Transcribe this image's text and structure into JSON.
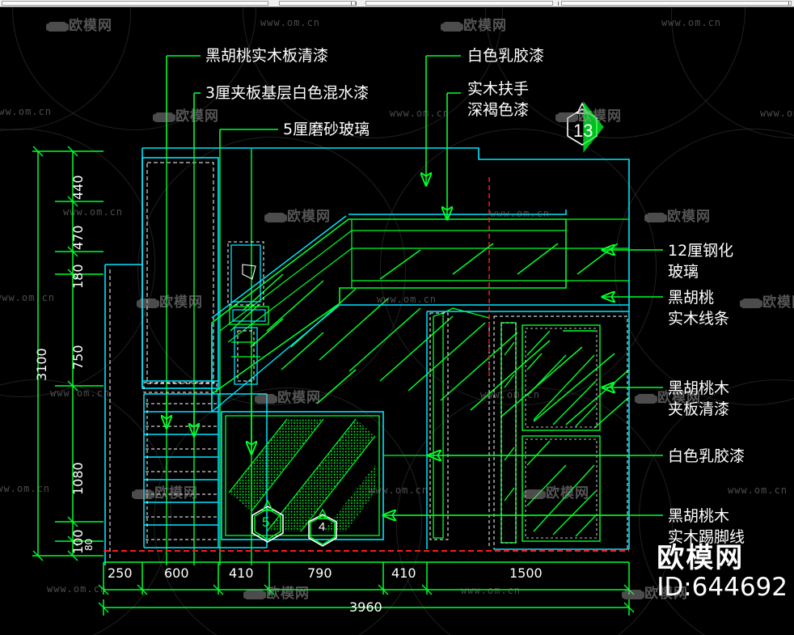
{
  "app": {
    "kind": "cad-elevation-drawing",
    "background": "#000000"
  },
  "palette": {
    "cyan": "#00E5FF",
    "green": "#00FF2A",
    "white": "#FFFFFF",
    "red": "#FF1A1A",
    "watermark": "#8C8C8C"
  },
  "annotations": {
    "top": [
      {
        "id": "ann-walnut-solid-clear",
        "text": "黑胡桃实木板清漆"
      },
      {
        "id": "ann-3mm-ply-white",
        "text": "3厘夹板基层白色混水漆"
      },
      {
        "id": "ann-5mm-frosted-glass",
        "text": "5厘磨砂玻璃"
      },
      {
        "id": "ann-white-latex-top",
        "text": "白色乳胶漆"
      },
      {
        "id": "ann-handrail",
        "text": "实木扶手\n深褐色漆"
      }
    ],
    "right": [
      {
        "id": "ann-12mm-tempered-glass",
        "text": "12厘钢化\n玻璃"
      },
      {
        "id": "ann-walnut-moulding",
        "text": "黑胡桃\n实木线条"
      },
      {
        "id": "ann-walnut-ply-clear",
        "text": "黑胡桃木\n夹板清漆"
      },
      {
        "id": "ann-white-latex-right",
        "text": "白色乳胶漆"
      },
      {
        "id": "ann-walnut-skirting",
        "text": "黑胡桃木\n实木踢脚线"
      }
    ]
  },
  "detail_markers": [
    {
      "id": "marker-13",
      "label": "13"
    },
    {
      "id": "marker-lower-left",
      "label": "5"
    },
    {
      "id": "marker-lower-right",
      "label": "4"
    }
  ],
  "dimensions": {
    "vertical_chain": [
      "440",
      "470",
      "180",
      "750",
      "1080",
      "100",
      "80"
    ],
    "vertical_total": "3100",
    "horizontal_chain": [
      "250",
      "600",
      "410",
      "790",
      "410",
      "1500"
    ],
    "horizontal_total": "3960"
  },
  "watermark": {
    "brand": "欧模网",
    "url": "www.om.cn",
    "id_label": "ID:644692"
  }
}
